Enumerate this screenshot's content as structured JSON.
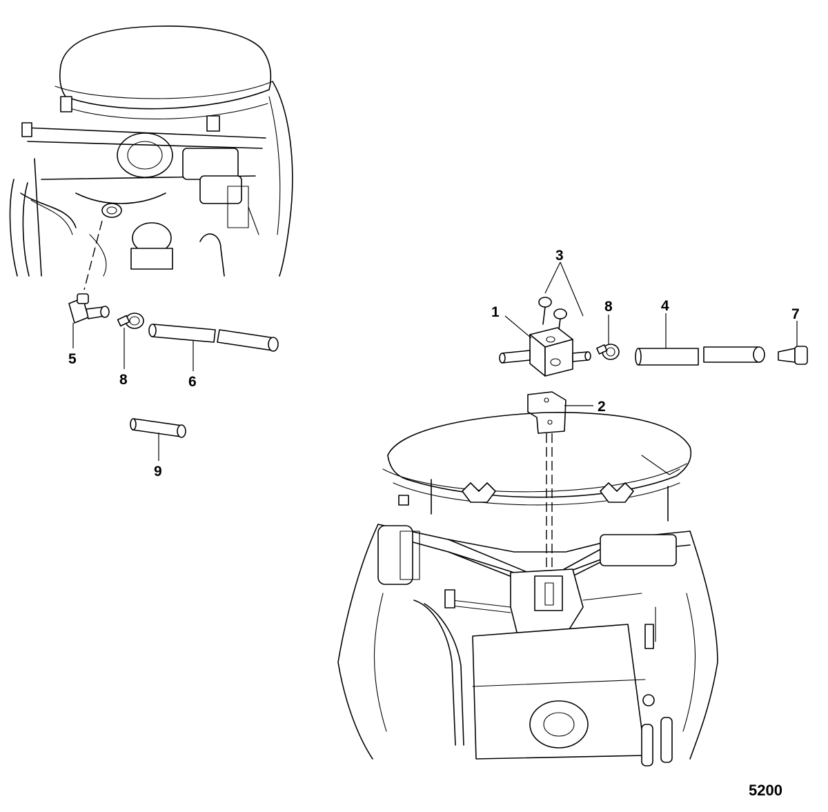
{
  "callouts": {
    "c1": "1",
    "c2": "2",
    "c3": "3",
    "c4": "4",
    "c5": "5",
    "c6": "6",
    "c7": "7",
    "c8_left": "8",
    "c8_right": "8",
    "c9": "9"
  },
  "figure_number": "5200"
}
